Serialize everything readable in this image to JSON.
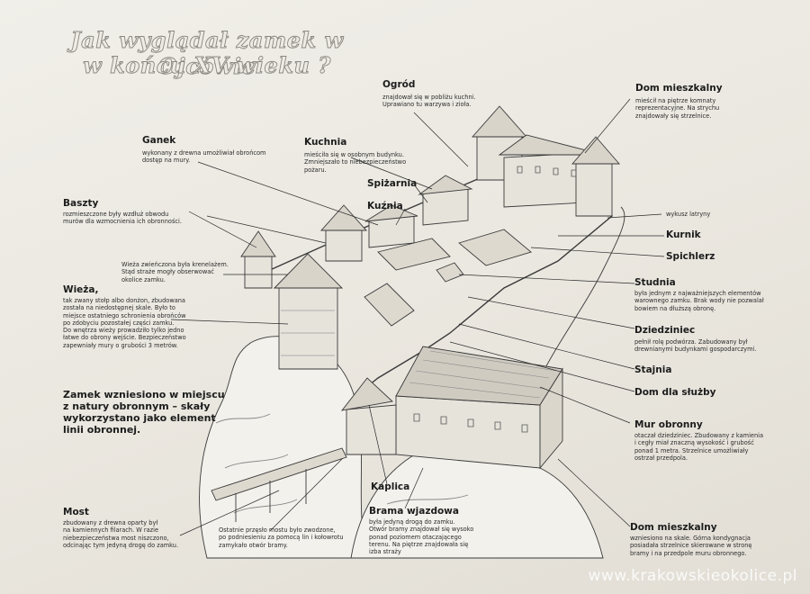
{
  "title": {
    "line1": "Jak wyglądał zamek w Ojcowie",
    "line2": "w końcu XV wieku ?"
  },
  "labels": {
    "ogrod": {
      "name": "Ogród",
      "desc": "znajdował się w pobliżu kuchni.\nUprawiano tu warzywa i zioła."
    },
    "dom_mieszkalny_top": {
      "name": "Dom mieszkalny",
      "desc": "mieścił na piętrze komnaty\nreprezentacyjne. Na strychu\nznajdowały się strzelnice."
    },
    "ganek": {
      "name": "Ganek",
      "desc": "wykonany z drewna umożliwiał obrońcom\ndostęp na mury."
    },
    "kuchnia": {
      "name": "Kuchnia",
      "desc": "mieściła się w osobnym budynku.\nZmniejszało to niebezpieczeństwo\npożaru."
    },
    "spizarnia": {
      "name": "Spiżarnia"
    },
    "kuznia": {
      "name": "Kuźnia"
    },
    "baszty": {
      "name": "Baszty",
      "desc": "rozmieszczone były wzdłuż obwodu\nmurów dla wzmocnienia ich obronności."
    },
    "wykusz": {
      "desc": "wykusz latryny"
    },
    "kurnik": {
      "name": "Kurnik"
    },
    "spichlerz": {
      "name": "Spichlerz"
    },
    "wieza_note": {
      "desc": "Wieża zwieńczona była krenelażem.\nStąd straże mogły obserwować\nokolice zamku."
    },
    "wieza": {
      "name": "Wieża,",
      "desc": "tak zwany stołp albo donżon, zbudowana\nzostała na niedostępnej skale. Było to\nmiejsce ostatniego schronienia obrońców\npo zdobyciu pozostałej części zamku.\nDo wnętrza wieży prowadziło tylko jedno\nłatwe do obrony wejście. Bezpieczeństwo\nzapewniały mury o grubości 3 metrów."
    },
    "studnia": {
      "name": "Studnia",
      "desc": "była jednym z najważniejszych elementów\nwarownego zamku. Brak wody nie pozwalał\nbowiem na dłuższą obronę."
    },
    "dziedziniec": {
      "name": "Dziedziniec",
      "desc": "pełnił rolę podwórza. Zabudowany był\ndrewnianymi budynkami gospodarczymi."
    },
    "stajnia": {
      "name": "Stajnia"
    },
    "dom_sluzby": {
      "name": "Dom dla służby"
    },
    "zamek_note": {
      "name": "Zamek wzniesiono w miejscu\nz natury obronnym – skały\nwykorzystano jako element\nlinii obronnej."
    },
    "mur": {
      "name": "Mur obronny",
      "desc": "otaczał dziedziniec. Zbudowany z kamienia\ni cegły miał znaczną wysokość i grubość\nponad 1 metra. Strzelnice umożliwiały\nostrzał przedpola."
    },
    "kaplica": {
      "name": "Kaplica"
    },
    "most": {
      "name": "Most",
      "desc": "zbudowany z drewna oparty był\nna kamiennych filarach. W razie\nniebezpieczeństwa most niszczono,\nodcinając tym jedyną drogę do zamku."
    },
    "przeslo": {
      "desc": "Ostatnie przęsło mostu było zwodzone,\npo podniesieniu za pomocą lin i kołowrotu\nzamykało otwór bramy."
    },
    "brama": {
      "name": "Brama wjazdowa",
      "desc": "była jedyną drogą do zamku.\nOtwór bramy znajdował się wysoko\nponad poziomem otaczającego\nterenu. Na piętrze znajdowała się\nizba straży"
    },
    "dom_mieszkalny_bottom": {
      "name": "Dom mieszkalny",
      "desc": "wzniesiono na skale. Górna kondygnacja\nposiadała strzelnice skierowane w stronę\nbramy i na przedpole muru obronnego."
    }
  },
  "watermark": "www.krakowskieokolice.pl",
  "colors": {
    "background": "#ece9e2",
    "ink": "#222222",
    "title_fill": "#eeebe4",
    "title_outline": "#8a8780"
  }
}
